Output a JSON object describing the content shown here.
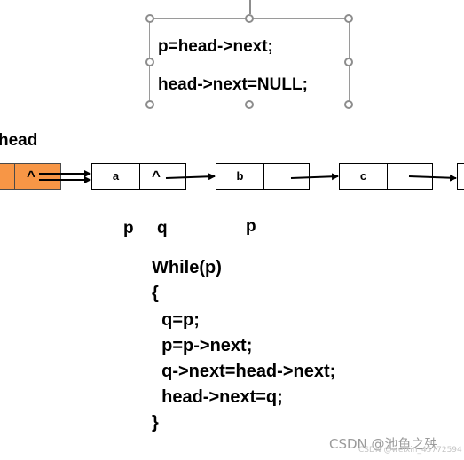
{
  "selected_textbox": {
    "line1": "p=head->next;",
    "line2": "head->next=NULL;"
  },
  "head_label": "head",
  "nodes": {
    "head": {
      "pointer_symbol": "^"
    },
    "a": {
      "data": "a",
      "pointer_symbol": "^"
    },
    "b": {
      "data": "b"
    },
    "c": {
      "data": "c"
    }
  },
  "pointer_labels": {
    "p_first": "p",
    "q": "q",
    "p_second": "p"
  },
  "code": [
    "While(p)",
    "{",
    "  q=p;",
    "  p=p->next;",
    "  q->next=head->next;",
    "  head->next=q;",
    "}"
  ],
  "watermark": {
    "main": "CSDN @池鱼之殃",
    "sub": "CSDN @weixin_45772594"
  },
  "colors": {
    "head_node_fill": "#f79646",
    "handle_stroke": "#8d8d8d",
    "watermark": "#9b9b9b"
  }
}
